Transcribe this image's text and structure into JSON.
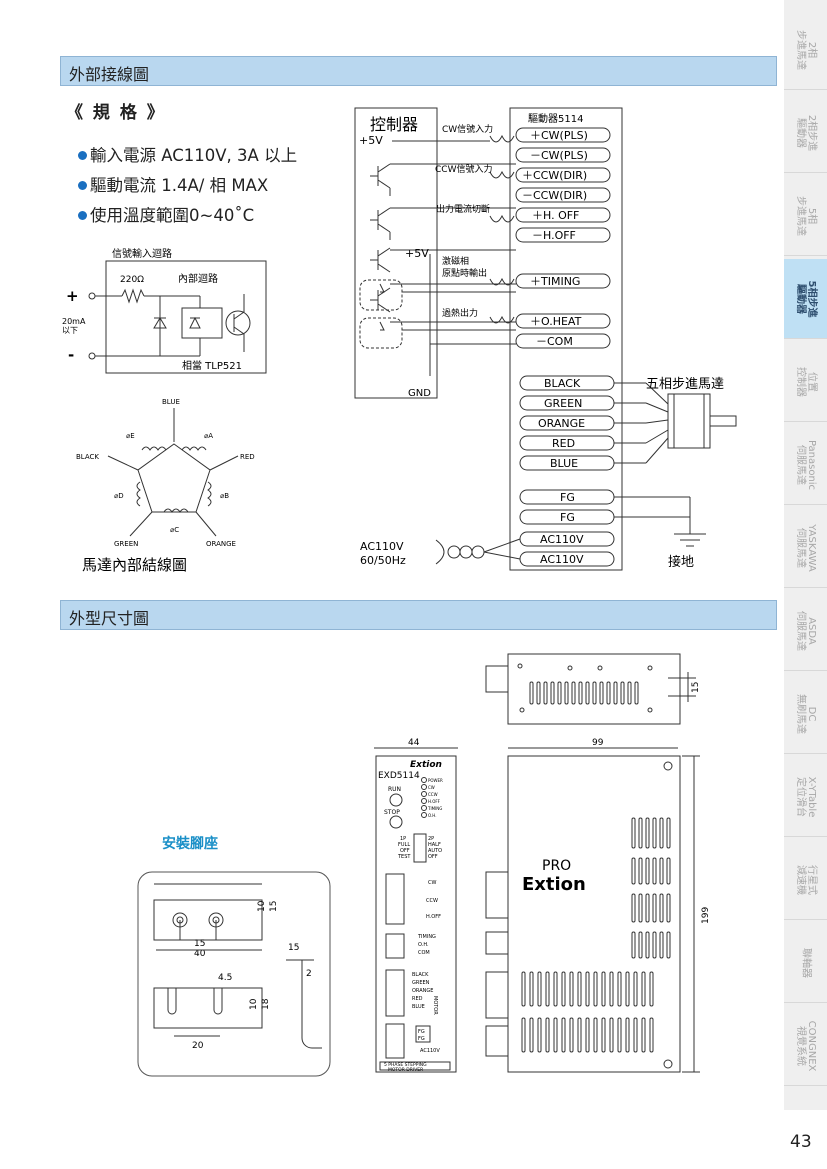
{
  "sections": {
    "wiring_title": "外部接線圖",
    "dimension_title": "外型尺寸圖"
  },
  "specs": {
    "title": "《 規 格 》",
    "items": [
      "輸入電源 AC110V, 3A 以上",
      "驅動電流 1.4A/ 相  MAX",
      "使用溫度範圍0~40˚C"
    ]
  },
  "input_circuit": {
    "title": "信號輸入迴路",
    "resistor": "220Ω",
    "internal": "內部迴路",
    "plus": "+",
    "minus": "-",
    "current": "20mA",
    "current_sub": "以下",
    "equivalent": "相當 TLP521"
  },
  "motor_internal": {
    "caption": "馬達內部結線圖",
    "wires": [
      "BLUE",
      "BLACK",
      "RED",
      "GREEN",
      "ORANGE"
    ],
    "phases": [
      "⌀E",
      "⌀A",
      "⌀D",
      "⌀B",
      "⌀C"
    ]
  },
  "wiring": {
    "controller": "控制器",
    "plus5v": "+5V",
    "plus5v_2": "+5V",
    "gnd": "GND",
    "driver_title": "驅動器5114",
    "labels": {
      "cw": "CW信號入力",
      "ccw": "CCW信號入力",
      "hoff": "出力電流切斷",
      "timing_1": "激磁相",
      "timing_2": "原點時輸出",
      "heat": "過熱出力"
    },
    "terminals": [
      "＋CW(PLS)",
      "－CW(PLS)",
      "＋CCW(DIR)",
      "－CCW(DIR)",
      "＋H. OFF",
      "－H.OFF",
      "＋TIMING",
      "＋O.HEAT",
      "－COM"
    ],
    "motor_terminals": [
      "BLACK",
      "GREEN",
      "ORANGE",
      "RED",
      "BLUE"
    ],
    "motor_name": "五相步進馬達",
    "fg_terminals": [
      "FG",
      "FG"
    ],
    "ac_terminals": [
      "AC110V",
      "AC110V"
    ],
    "ac_source_1": "AC110V",
    "ac_source_2": "60/50Hz",
    "ground": "接地"
  },
  "mount": {
    "title": "安裝腳座",
    "dims": [
      "10",
      "15",
      "15",
      "40",
      "4.5",
      "15",
      "2",
      "10",
      "18",
      "20"
    ]
  },
  "front_panel": {
    "width": "44",
    "logo": "Extion",
    "model": "EXD5114",
    "run": "RUN",
    "stop": "STOP",
    "leds": [
      "POWER",
      "CW",
      "CCW",
      "H.OFF",
      "TIMING",
      "O.H."
    ],
    "switch_left": [
      "1P",
      "FULL",
      "OFF",
      "TEST"
    ],
    "switch_right": [
      "2P",
      "HALF",
      "AUTO",
      "OFF"
    ],
    "ports": [
      "CW",
      "CCW",
      "H.OFF",
      "TIMING",
      "O.H.",
      "COM",
      "BLACK",
      "GREEN",
      "ORANGE",
      "RED",
      "BLUE",
      "MOTOR",
      "FG",
      "FG",
      "AC110V"
    ],
    "footer_1": "5 PHASE STEPPING",
    "footer_2": "MOTOR DRIVER"
  },
  "side_view": {
    "width": "99",
    "height": "199",
    "top_dim": "15",
    "brand_pro": "PRO",
    "brand_logo": "Extion"
  },
  "sidebar": [
    {
      "l1": "2相",
      "l2": "步進馬達",
      "active": false
    },
    {
      "l1": "2相步進",
      "l2": "驅動器",
      "active": false
    },
    {
      "l1": "5相",
      "l2": "步進馬達",
      "active": false
    },
    {
      "l1": "5相步進",
      "l2": "驅動器",
      "active": true
    },
    {
      "l1": "位置",
      "l2": "控制器",
      "active": false
    },
    {
      "l1": "Panasonic",
      "l2": "伺服馬達",
      "active": false
    },
    {
      "l1": "YASKAWA",
      "l2": "伺服馬達",
      "active": false
    },
    {
      "l1": "ASDA",
      "l2": "伺服馬達",
      "active": false
    },
    {
      "l1": "DC",
      "l2": "無刷馬達",
      "active": false
    },
    {
      "l1": "X-YTable",
      "l2": "定位滑台",
      "active": false
    },
    {
      "l1": "行星式",
      "l2": "減速機",
      "active": false
    },
    {
      "l1": "聯軸器",
      "l2": "",
      "active": false
    },
    {
      "l1": "CONGNEX",
      "l2": "視覺系統",
      "active": false
    }
  ],
  "page_number": "43",
  "colors": {
    "band": "#b9d7ef",
    "accent": "#1a6fc0",
    "sidebar_active": "#bfe0f4"
  }
}
